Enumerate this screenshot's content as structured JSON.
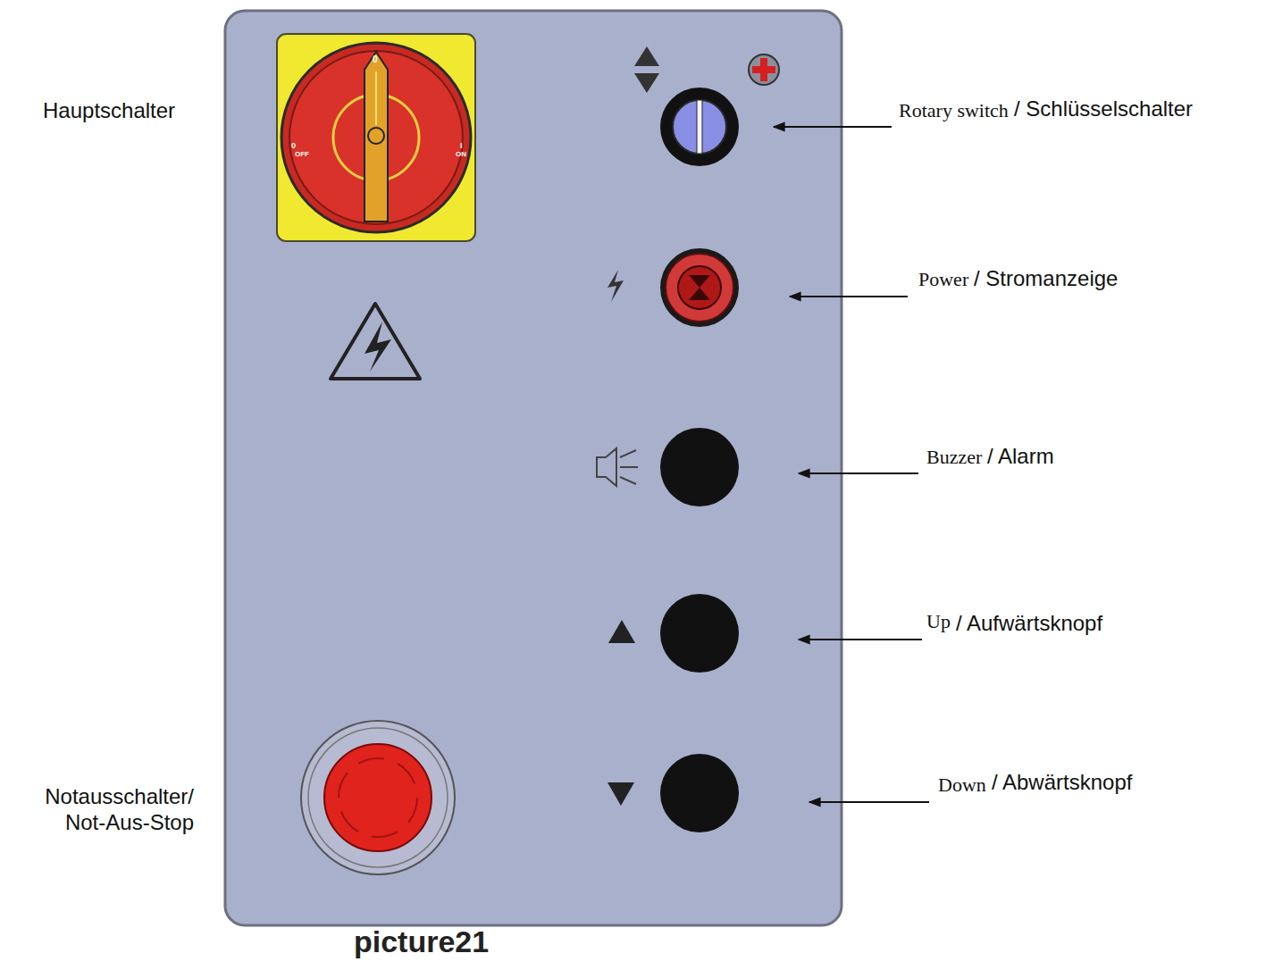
{
  "diagram": {
    "caption": "picture21",
    "labels": [
      "Hauptschalter",
      "0",
      "0",
      "OFF",
      "I",
      "ON",
      "Rotary switch",
      "/ Schlüsselschalter",
      "Power",
      "/ Stromanzeige",
      "Buzzer",
      "/ Alarm",
      "Up",
      "/ Aufwärtsknopf",
      "Down",
      "/ Abwärtsknopf",
      "Notausschalter/ Not-Aus-Stop"
    ]
  }
}
